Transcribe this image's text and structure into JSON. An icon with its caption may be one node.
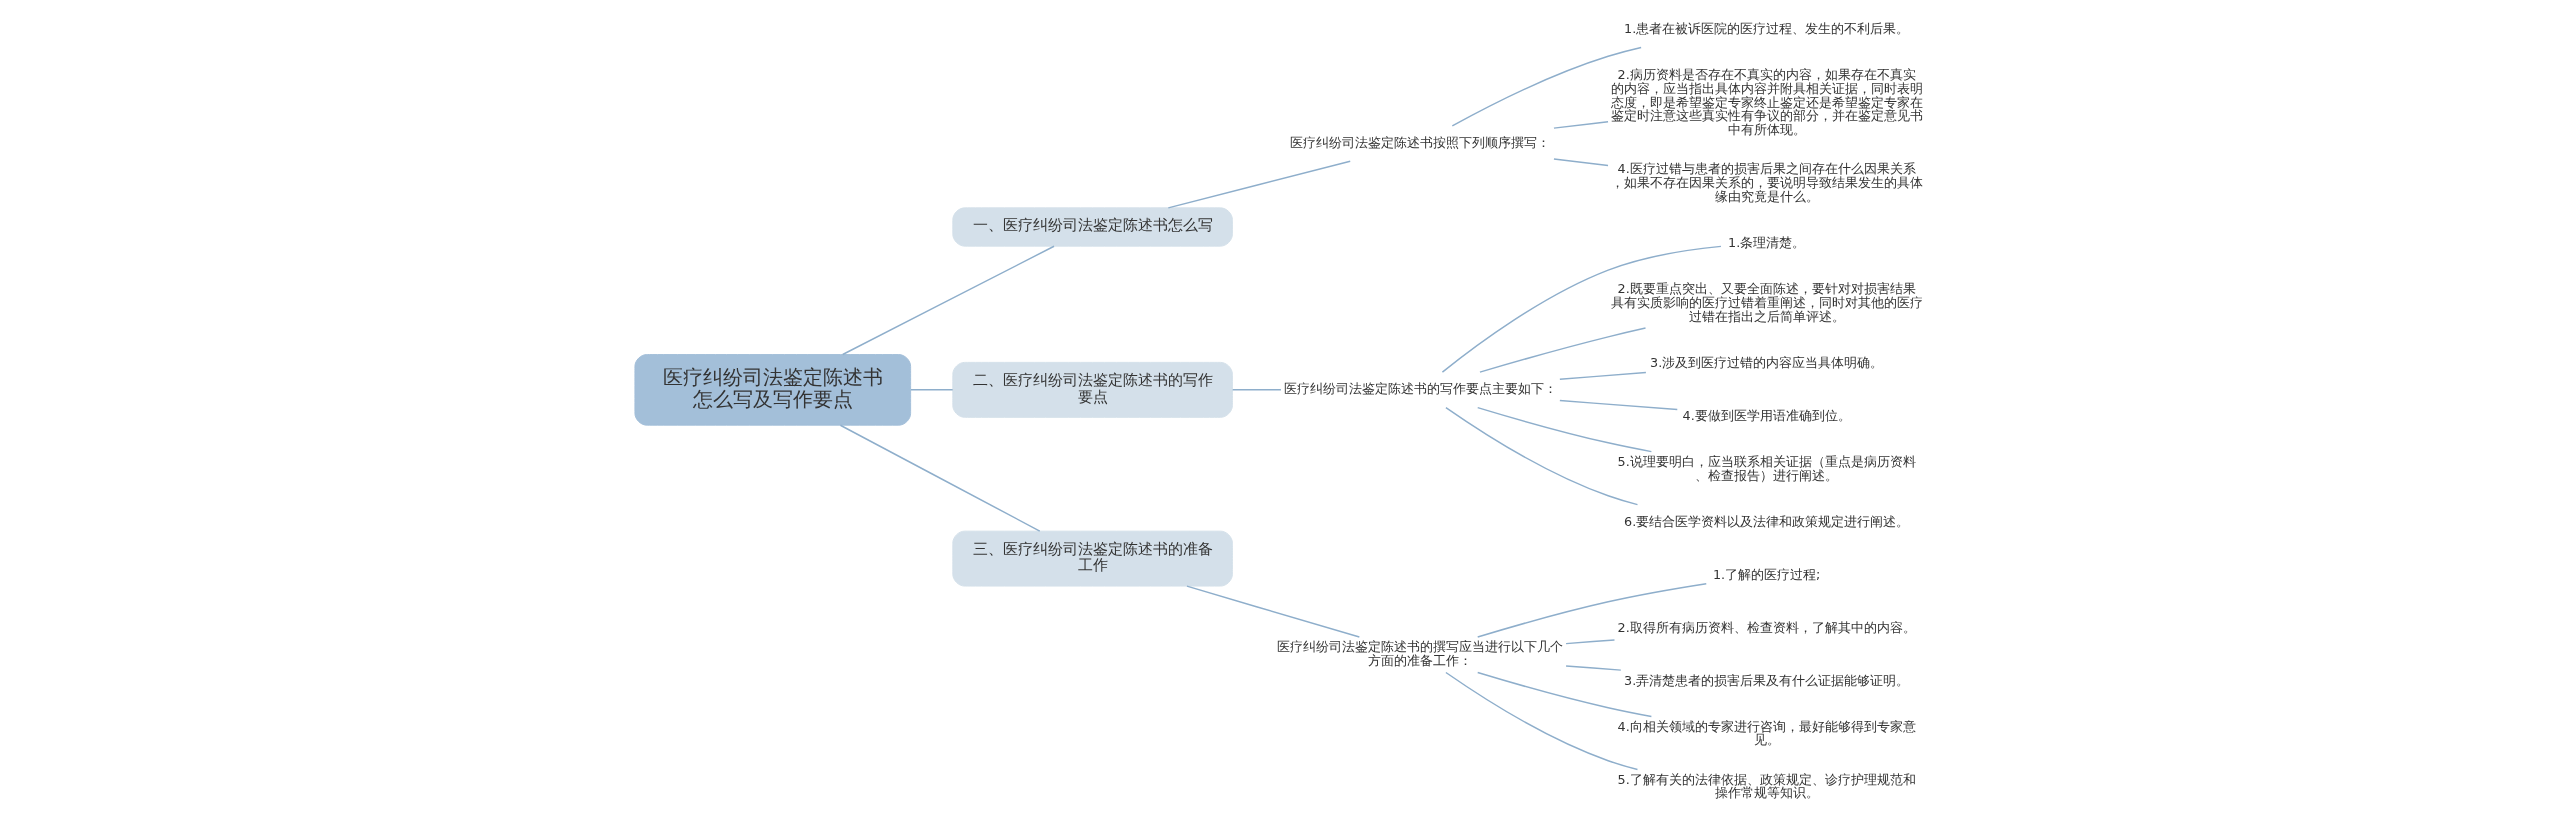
{
  "diagram": {
    "nodes": [
      {
        "text": [
          "医疗纠纷司法鉴定陈述书怎么写及写作要点"
        ]
      },
      {
        "text": [
          "一、医疗纠纷司法鉴定陈述书怎么写"
        ]
      },
      {
        "text": [
          "医疗纠纷司法鉴定陈述书按照下列顺序撰写："
        ]
      },
      {
        "text": [
          "1.患者在被诉医院的医疗过程、发生的不利后果。"
        ]
      },
      {
        "text": [
          "2.病历资料是否存在不真实的内容，如果存在不真实的内容，应当指出具体内容并附具相关证据，同时表明态度，即是希望鉴定专家终止鉴定还是希望鉴定专家在鉴定时注意这些真实性有争议的部分，并在鉴定意见书中有所体现。"
        ]
      },
      {
        "text": [
          "4.医疗过错与患者的损害后果之间存在什么因果关系，如果不存在因果关系的，要说明导致结果发生的具体缘由究竟是什么。"
        ]
      },
      {
        "text": [
          "二、医疗纠纷司法鉴定陈述书的写作要点"
        ]
      },
      {
        "text": [
          "医疗纠纷司法鉴定陈述书的写作要点主要如下："
        ]
      },
      {
        "text": [
          "1.条理清楚。"
        ]
      },
      {
        "text": [
          "2.既要重点突出、又要全面陈述，要针对对损害结果具有实质影响的医疗过错着重阐述，同时对其他的医疗过错在指出之后简单评述。"
        ]
      },
      {
        "text": [
          "3.涉及到医疗过错的内容应当具体明确。"
        ]
      },
      {
        "text": [
          "4.要做到医学用语准确到位。"
        ]
      },
      {
        "text": [
          "5.说理要明白，应当联系相关证据（重点是病历资料、检查报告）进行阐述。"
        ]
      },
      {
        "text": [
          "6.要结合医学资料以及法律和政策规定进行阐述。"
        ]
      },
      {
        "text": [
          "三、医疗纠纷司法鉴定陈述书的准备工作"
        ]
      },
      {
        "text": [
          "医疗纠纷司法鉴定陈述书的撰写应当进行以下几个方面的准备工作："
        ]
      },
      {
        "text": [
          "1.了解的医疗过程;"
        ]
      },
      {
        "text": [
          "2.取得所有病历资料、检查资料，了解其中的内容。"
        ]
      },
      {
        "text": [
          "3.弄清楚患者的损害后果及有什么证据能够证明。"
        ]
      },
      {
        "text": [
          "4.向相关领域的专家进行咨询，最好能够得到专家意见。"
        ]
      },
      {
        "text": [
          "5.了解有关的法律依据、政策规定、诊疗护理规范和操作常规等知识。"
        ]
      }
    ],
    "edges": [
      {
        "from": 0,
        "to": 1,
        "arrow": "none"
      },
      {
        "from": 1,
        "to": 2,
        "arrow": "none"
      },
      {
        "from": 2,
        "to": 3,
        "arrow": "none"
      },
      {
        "from": 2,
        "to": 4,
        "arrow": "none"
      },
      {
        "from": 2,
        "to": 5,
        "arrow": "none"
      },
      {
        "from": 0,
        "to": 6,
        "arrow": "none"
      },
      {
        "from": 6,
        "to": 7,
        "arrow": "none"
      },
      {
        "from": 7,
        "to": 8,
        "arrow": "none"
      },
      {
        "from": 7,
        "to": 9,
        "arrow": "none"
      },
      {
        "from": 7,
        "to": 10,
        "arrow": "none"
      },
      {
        "from": 7,
        "to": 11,
        "arrow": "none"
      },
      {
        "from": 7,
        "to": 12,
        "arrow": "none"
      },
      {
        "from": 7,
        "to": 13,
        "arrow": "none"
      },
      {
        "from": 0,
        "to": 14,
        "arrow": "none"
      },
      {
        "from": 14,
        "to": 15,
        "arrow": "none"
      },
      {
        "from": 15,
        "to": 16,
        "arrow": "none"
      },
      {
        "from": 15,
        "to": 17,
        "arrow": "none"
      },
      {
        "from": 15,
        "to": 18,
        "arrow": "none"
      },
      {
        "from": 15,
        "to": 19,
        "arrow": "none"
      },
      {
        "from": 15,
        "to": 20,
        "arrow": "none"
      }
    ]
  }
}
